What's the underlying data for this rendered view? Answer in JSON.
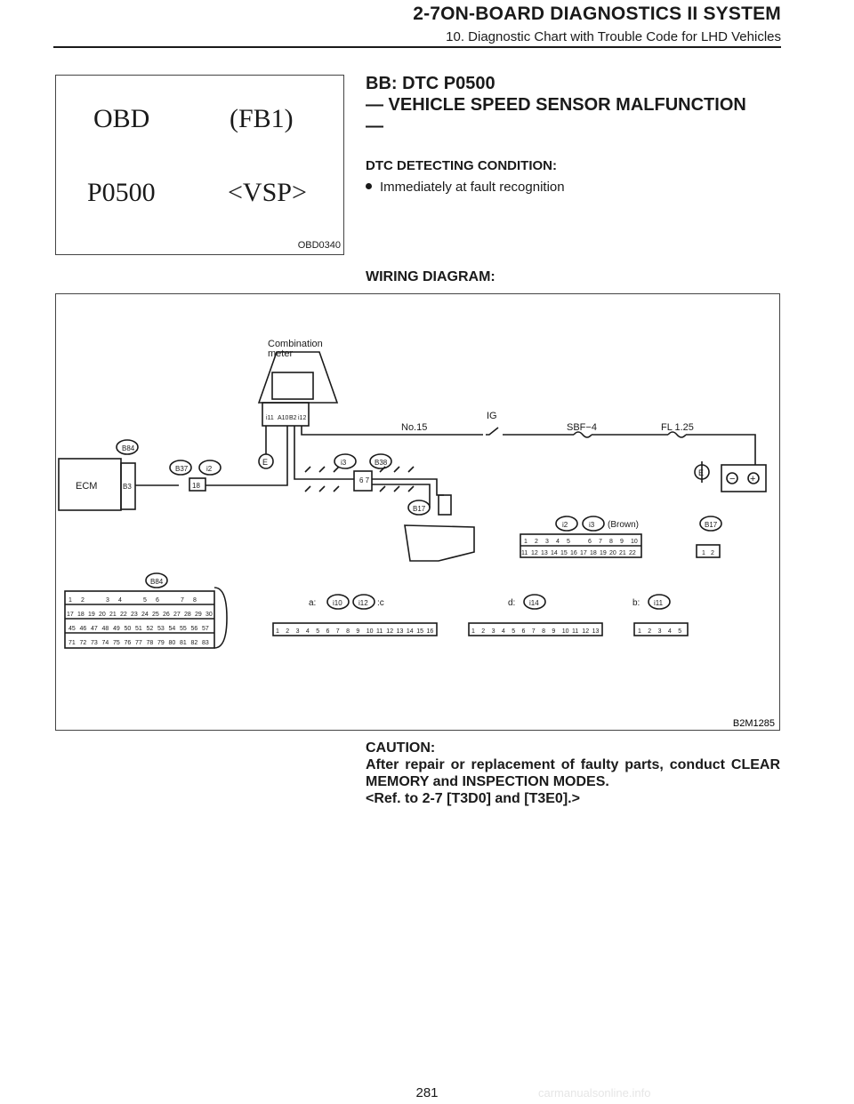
{
  "header": {
    "title": "2-7ON-BOARD DIAGNOSTICS II SYSTEM",
    "subtitle": "10. Diagnostic Chart with Trouble Code for LHD Vehicles"
  },
  "obd_figure": {
    "line1_left": "OBD",
    "line1_right": "(FB1)",
    "line2_left": "P0500",
    "line2_right": "<VSP>",
    "label": "OBD0340"
  },
  "section": {
    "title_line1": "BB:  DTC P0500",
    "title_line2": "— VEHICLE SPEED SENSOR MALFUNCTION",
    "title_line3": "—",
    "condition_title": "DTC DETECTING CONDITION:",
    "condition_item": "Immediately at fault recognition"
  },
  "wiring": {
    "title": "WIRING DIAGRAM:",
    "label": "B2M1285",
    "meter_label_1": "Combination",
    "meter_label_2": "meter",
    "meter_pins": [
      "i11",
      "A10",
      "B2",
      "i12"
    ],
    "no15": "No.15",
    "ig": "IG",
    "sbf": "SBF−4",
    "fl": "FL 1.25",
    "ecm": "ECM",
    "b84": "B84",
    "b3": "B3",
    "b37": "B37",
    "i2": "i2",
    "i3": "i3",
    "b38": "B38",
    "b17": "B17",
    "term_18": "18",
    "term_67": "6\n7",
    "e": "E",
    "brown": "(Brown)",
    "conn_a": "a:",
    "conn_c": ":c",
    "conn_d": "d:",
    "conn_b": "b:",
    "i10": "i10",
    "i12": "i12",
    "i14": "i14",
    "i11": "i11",
    "i2i3_row1": [
      "1",
      "2",
      "3",
      "4",
      "5",
      "",
      "6",
      "7",
      "8",
      "9",
      "10"
    ],
    "i2i3_row2": [
      "11",
      "12",
      "13",
      "14",
      "15",
      "16",
      "17",
      "18",
      "19",
      "20",
      "21",
      "22"
    ],
    "b17_pins": [
      "1",
      "2"
    ],
    "b84_row1": [
      "1",
      "2",
      "",
      "3",
      "4",
      "",
      "5",
      "6",
      "",
      "7",
      "8"
    ],
    "b84_row2": [
      "17",
      "18",
      "19",
      "20",
      "21",
      "22",
      "23",
      "24",
      "25",
      "26",
      "27",
      "28",
      "29",
      "30"
    ],
    "b84_row3": [
      "45",
      "46",
      "47",
      "48",
      "49",
      "50",
      "51",
      "52",
      "53",
      "54",
      "55",
      "56",
      "57"
    ],
    "b84_row4": [
      "71",
      "72",
      "73",
      "74",
      "75",
      "76",
      "77",
      "78",
      "79",
      "80",
      "81",
      "82",
      "83"
    ],
    "a_pins": [
      "1",
      "2",
      "3",
      "4",
      "5",
      "6",
      "7",
      "8",
      "9",
      "10",
      "11",
      "12",
      "13",
      "14",
      "15",
      "16"
    ],
    "d_pins": [
      "1",
      "2",
      "3",
      "4",
      "5",
      "6",
      "7",
      "8",
      "9",
      "10",
      "11",
      "12",
      "13"
    ],
    "b_pins": [
      "1",
      "2",
      "3",
      "4",
      "5"
    ]
  },
  "caution": {
    "title": "CAUTION:",
    "text": "After repair or replacement of faulty parts, conduct CLEAR MEMORY and INSPECTION MODES.",
    "ref": "<Ref. to 2-7 [T3D0] and [T3E0].>"
  },
  "footer": {
    "page_number": "281",
    "watermark": "carmanualsonline.info"
  }
}
